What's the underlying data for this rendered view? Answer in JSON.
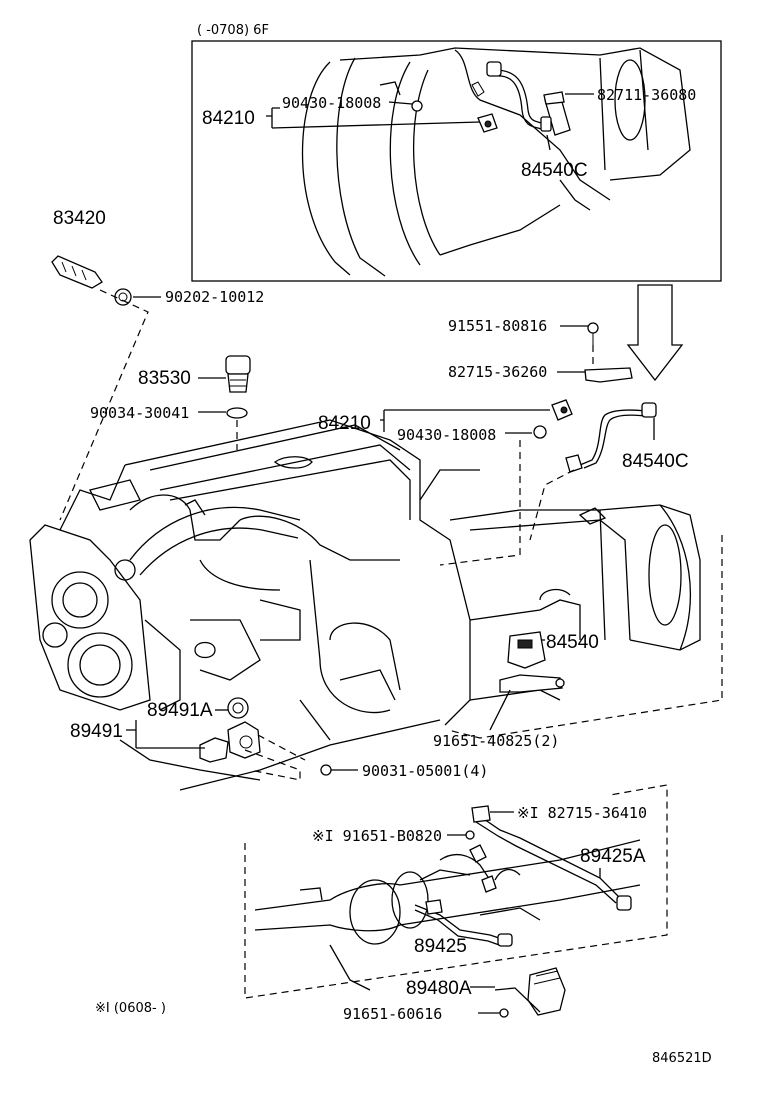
{
  "inset_header": "(    -0708) 6F",
  "footnote": "※I (0608-        )",
  "figure_code": "846521D",
  "part_labels": {
    "p84210_top": "84210",
    "p90430_top": "90430-18008",
    "p82711": "82711-36080",
    "p84540C_top": "84540C",
    "p83420": "83420",
    "p90202": "90202-10012",
    "p91551": "91551-80816",
    "p83530": "83530",
    "p82715_36260": "82715-36260",
    "p90034": "90034-30041",
    "p84210_mid": "84210",
    "p90430_mid": "90430-18008",
    "p84540C_mid": "84540C",
    "p84540": "84540",
    "p89491A": "89491A",
    "p89491": "89491",
    "p91651_40825": "91651-40825(2)",
    "p90031": "90031-05001(4)",
    "p82715_36410": "※I 82715-36410",
    "p91651_B0820": "※I 91651-B0820",
    "p89425A": "89425A",
    "p89425": "89425",
    "p89480A": "89480A",
    "p91651_60616": "91651-60616"
  }
}
